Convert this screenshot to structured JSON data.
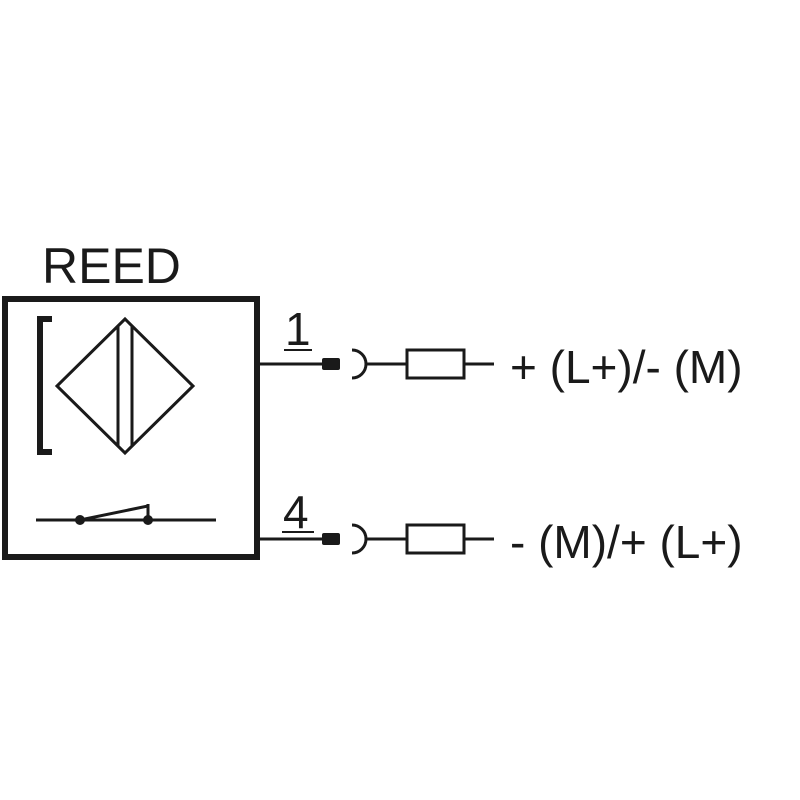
{
  "sensor": {
    "type_label": "REED"
  },
  "connections": [
    {
      "pin": "1",
      "signal": "+ (L+)/- (M)"
    },
    {
      "pin": "4",
      "signal": "- (M)/+ (L+)"
    }
  ]
}
